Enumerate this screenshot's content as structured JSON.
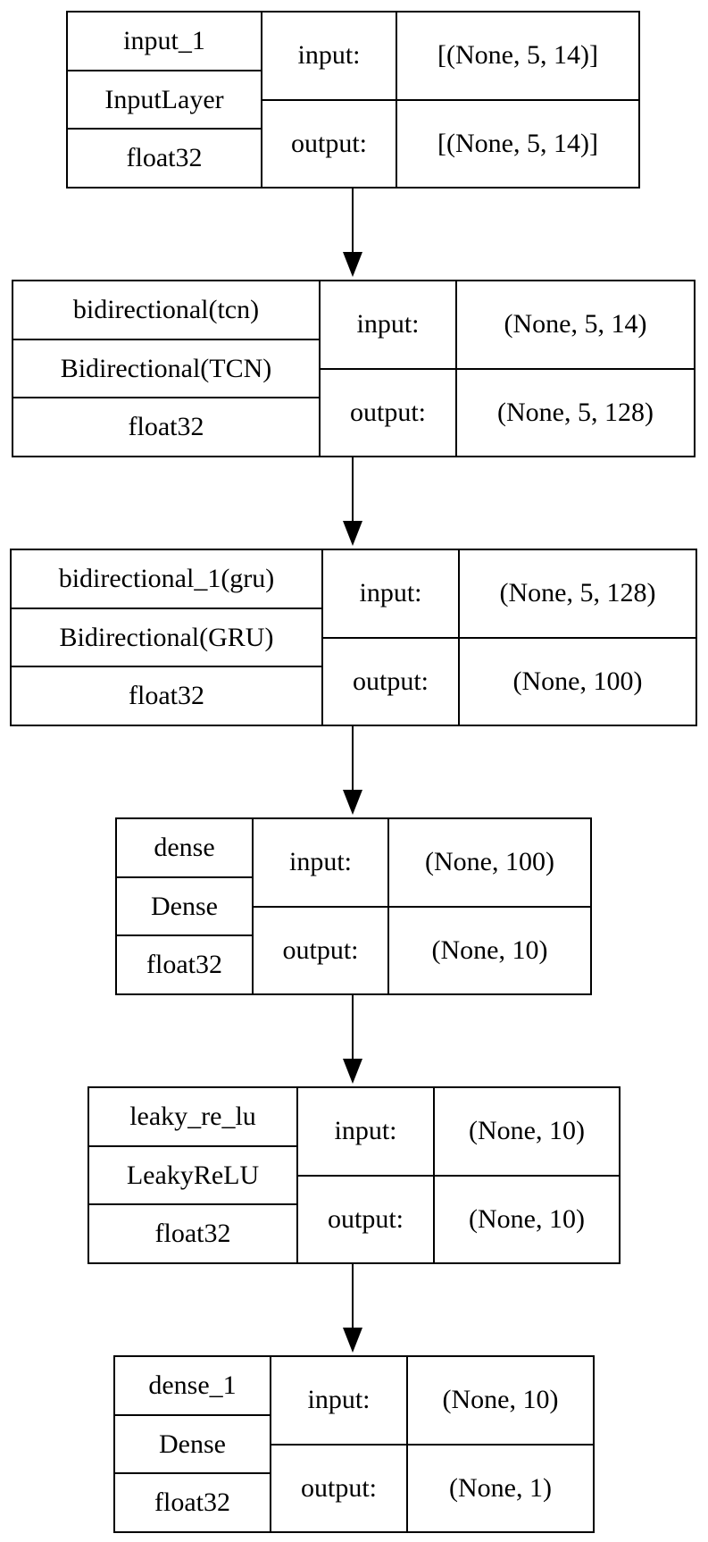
{
  "io_labels": {
    "input": "input:",
    "output": "output:"
  },
  "layers": [
    {
      "name": "input_1",
      "type": "InputLayer",
      "dtype": "float32",
      "input_shape": "[(None, 5, 14)]",
      "output_shape": "[(None, 5, 14)]"
    },
    {
      "name": "bidirectional(tcn)",
      "type": "Bidirectional(TCN)",
      "dtype": "float32",
      "input_shape": "(None, 5, 14)",
      "output_shape": "(None, 5, 128)"
    },
    {
      "name": "bidirectional_1(gru)",
      "type": "Bidirectional(GRU)",
      "dtype": "float32",
      "input_shape": "(None, 5, 128)",
      "output_shape": "(None, 100)"
    },
    {
      "name": "dense",
      "type": "Dense",
      "dtype": "float32",
      "input_shape": "(None, 100)",
      "output_shape": "(None, 10)"
    },
    {
      "name": "leaky_re_lu",
      "type": "LeakyReLU",
      "dtype": "float32",
      "input_shape": "(None, 10)",
      "output_shape": "(None, 10)"
    },
    {
      "name": "dense_1",
      "type": "Dense",
      "dtype": "float32",
      "input_shape": "(None, 10)",
      "output_shape": "(None, 1)"
    }
  ]
}
